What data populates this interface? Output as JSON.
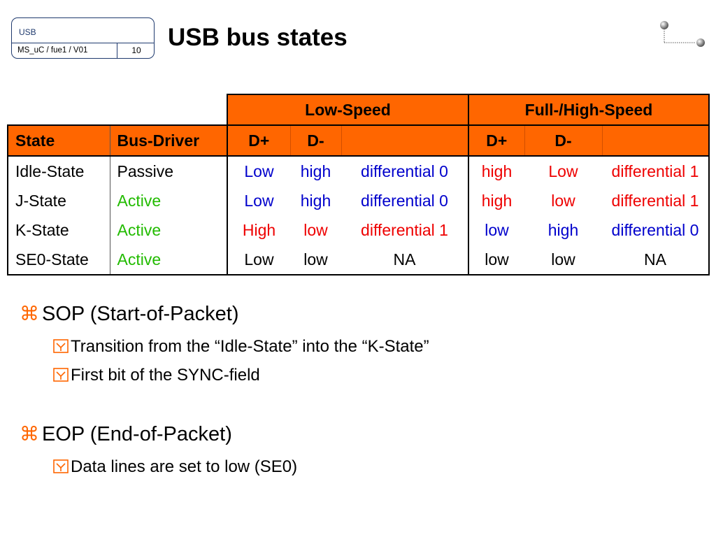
{
  "infobox": {
    "label": "USB",
    "course": "MS_uC / fue1 / V01",
    "page": "10"
  },
  "title": "USB bus states",
  "table": {
    "groups": [
      "Low-Speed",
      "Full-/High-Speed"
    ],
    "headers": [
      "State",
      "Bus-Driver",
      "D+",
      "D-",
      "",
      "D+",
      "D-",
      ""
    ],
    "rows": [
      {
        "state": "Idle-State",
        "driver": "Passive",
        "ls_dp": "Low",
        "ls_dm": "high",
        "ls_diff": "differential 0",
        "fs_dp": "high",
        "fs_dm": "Low",
        "fs_diff": "differential 1"
      },
      {
        "state": "J-State",
        "driver": "Active",
        "ls_dp": "Low",
        "ls_dm": "high",
        "ls_diff": "differential 0",
        "fs_dp": "high",
        "fs_dm": "low",
        "fs_diff": "differential 1"
      },
      {
        "state": "K-State",
        "driver": "Active",
        "ls_dp": "High",
        "ls_dm": "low",
        "ls_diff": "differential 1",
        "fs_dp": "low",
        "fs_dm": "high",
        "fs_diff": "differential 0"
      },
      {
        "state": "SE0-State",
        "driver": "Active",
        "ls_dp": "Low",
        "ls_dm": "low",
        "ls_diff": "NA",
        "fs_dp": "low",
        "fs_dm": "low",
        "fs_diff": "NA"
      }
    ]
  },
  "colors": {
    "header_bg": "#ff6600",
    "blue": "#0000cc",
    "red": "#ee0000",
    "green": "#22bb00"
  },
  "bullets": [
    {
      "text": "SOP (Start-of-Packet)",
      "icon": "command-icon",
      "sub": [
        "Transition from the “Idle-State” into the “K-State”",
        "First bit of the SYNC-field"
      ]
    },
    {
      "text": "EOP (End-of-Packet)",
      "icon": "command-icon",
      "sub": [
        "Data lines are set to low (SE0)"
      ]
    }
  ]
}
